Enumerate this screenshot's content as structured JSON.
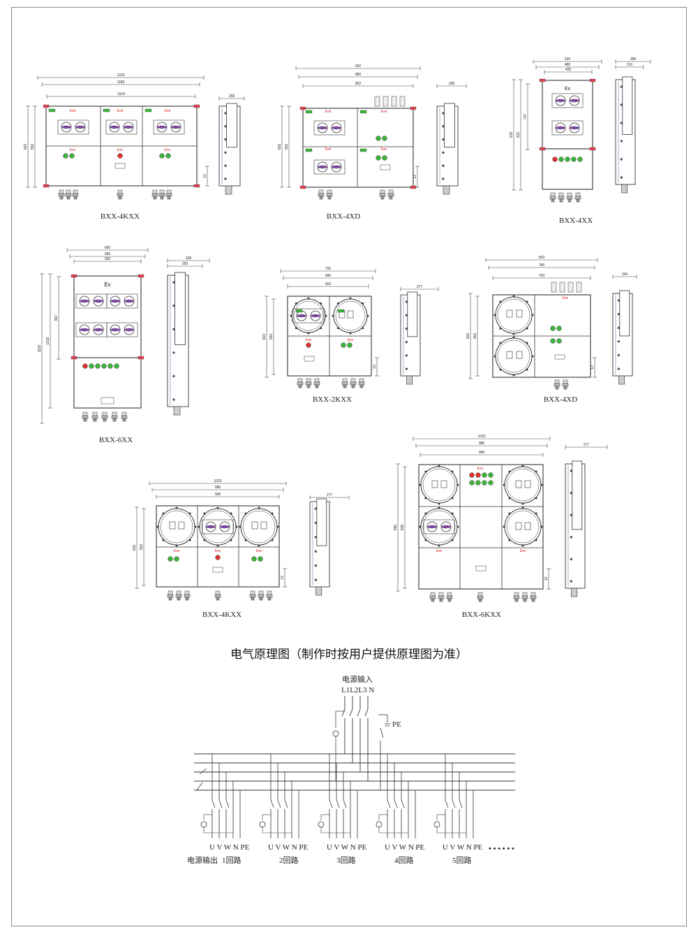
{
  "models": [
    {
      "name": "BXX-4KXX"
    },
    {
      "name": "BXX-4XD"
    },
    {
      "name": "BXX-4XX"
    },
    {
      "name": "BXX-6XX"
    },
    {
      "name": "BXX-2KXX"
    },
    {
      "name": "BXX-4XD"
    },
    {
      "name": "BXX-4KXX"
    },
    {
      "name": "BXX-6KXX"
    }
  ],
  "section_title": "电气原理图（制作时按用户提供原理图为准）",
  "schematic": {
    "input_label": "电源输入",
    "input_phases": "L1L2L3 N",
    "pe_label": "PE",
    "output_label": "电源输出",
    "terminals": "U V W N PE",
    "circuits": [
      "1回路",
      "2回路",
      "3回路",
      "4回路",
      "5回路"
    ],
    "ellipsis": "• • • • • •"
  },
  "dims": {
    "d1": [
      "1220",
      "1180",
      "1104",
      "268",
      "602",
      "552",
      "13"
    ],
    "d2": [
      "920",
      "880",
      "802",
      "268",
      "602",
      "552",
      "13"
    ],
    "d3": [
      "520",
      "480",
      "400",
      "288",
      "210",
      "919",
      "822",
      "747"
    ],
    "d4": [
      "600",
      "560",
      "500",
      "328",
      "250",
      "1119",
      "1032",
      "957"
    ],
    "d5": [
      "720",
      "680",
      "603",
      "277",
      "603",
      "553",
      "13"
    ],
    "d6": [
      "820",
      "780",
      "703",
      "244",
      "603",
      "553",
      "13"
    ],
    "d7": [
      "1020",
      "980",
      "906",
      "277",
      "603",
      "553",
      "13"
    ],
    "d8": [
      "1020",
      "980",
      "906",
      "277",
      "956",
      "906",
      "13"
    ]
  },
  "panel_text": {
    "exd": "Exd",
    "exe": "Exe",
    "ex": "Ex"
  },
  "colors": {
    "line": "#333333",
    "red_label": "#e02020",
    "green_light": "#3cb43c",
    "red_light": "#e03030",
    "purple_knob": "#7a4a9a",
    "red_bolt": "#e04050"
  }
}
